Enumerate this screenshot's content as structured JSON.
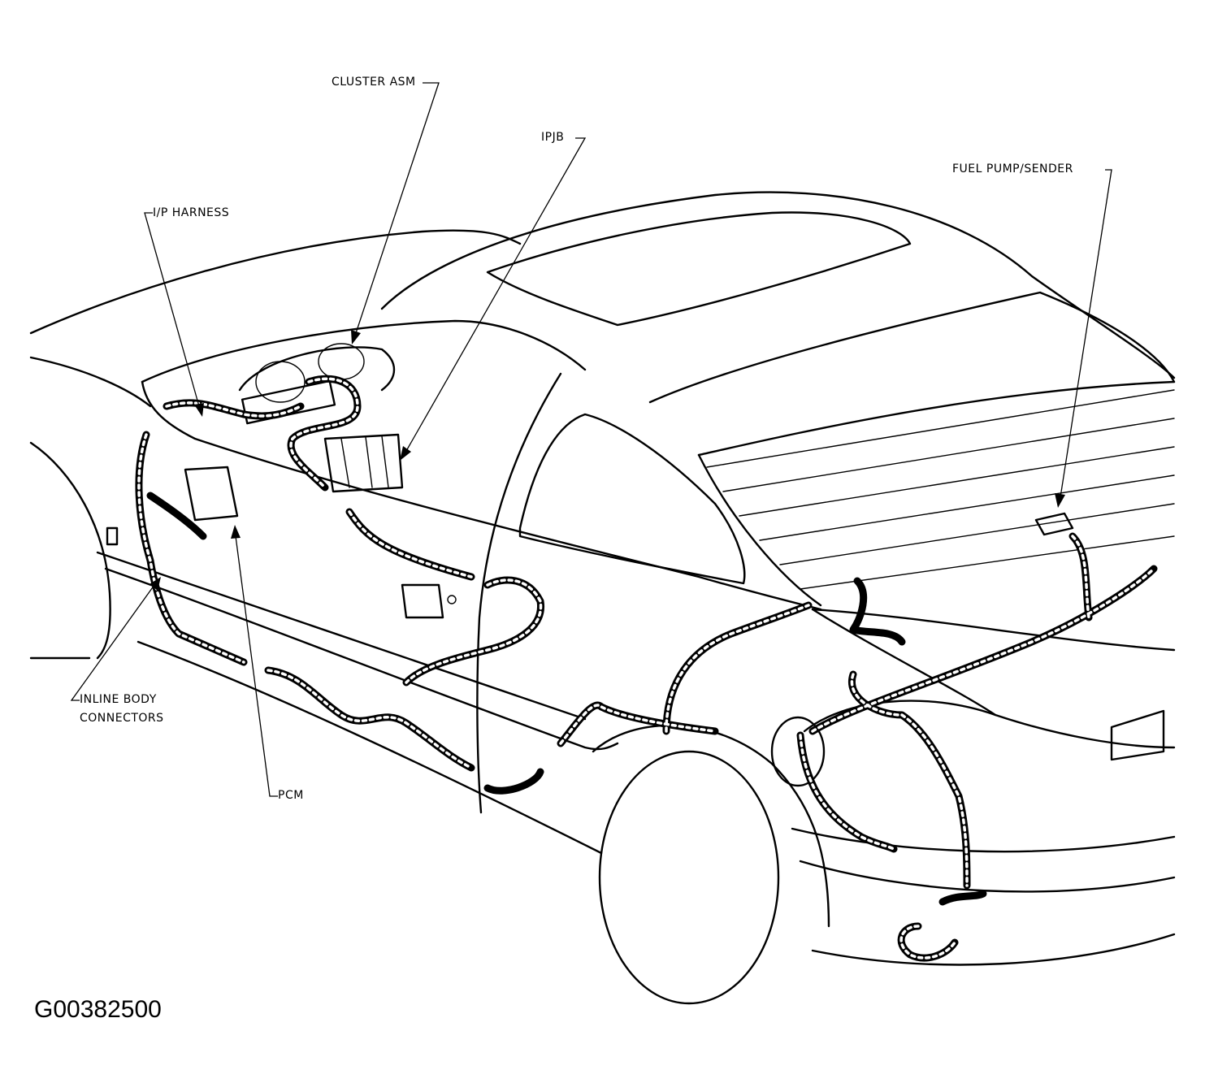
{
  "figure_id": "G00382500",
  "callouts": {
    "cluster_asm": "CLUSTER ASM",
    "ipjb": "IPJB",
    "ip_harness": "I/P HARNESS",
    "fuel_pump_sender": "FUEL PUMP/SENDER",
    "inline_body_connectors_line1": "INLINE BODY",
    "inline_body_connectors_line2": "CONNECTORS",
    "pcm": "PCM"
  }
}
